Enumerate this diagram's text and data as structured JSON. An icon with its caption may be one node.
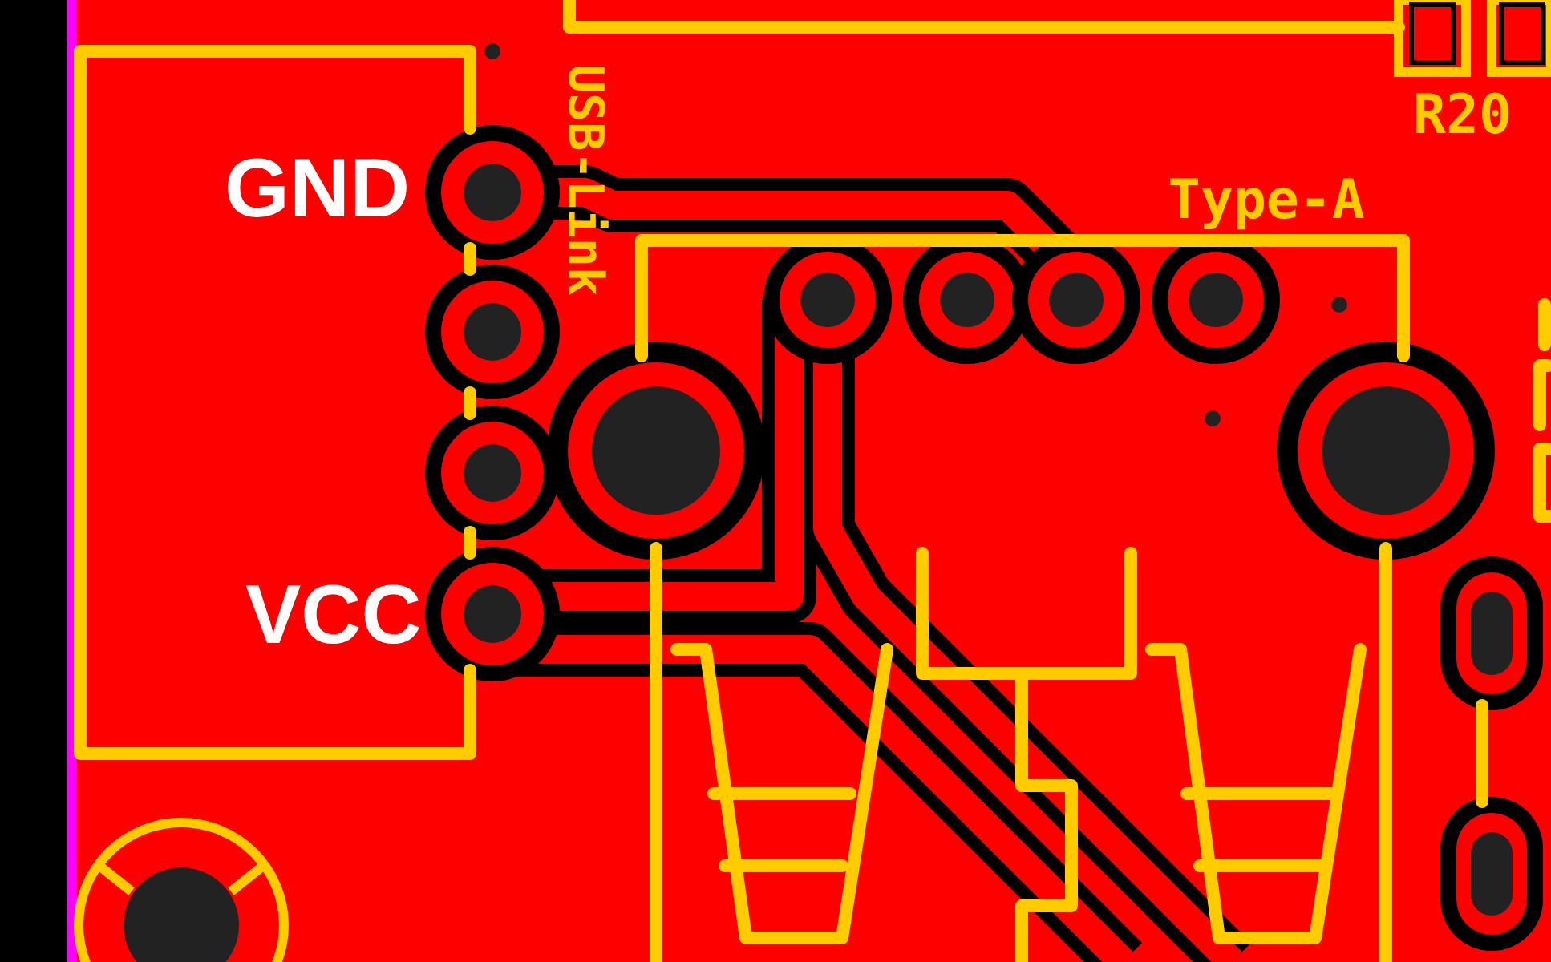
{
  "diagram": {
    "labels": [
      "R20",
      "GND",
      "USB-Link",
      "Type-A",
      "VCC"
    ]
  }
}
